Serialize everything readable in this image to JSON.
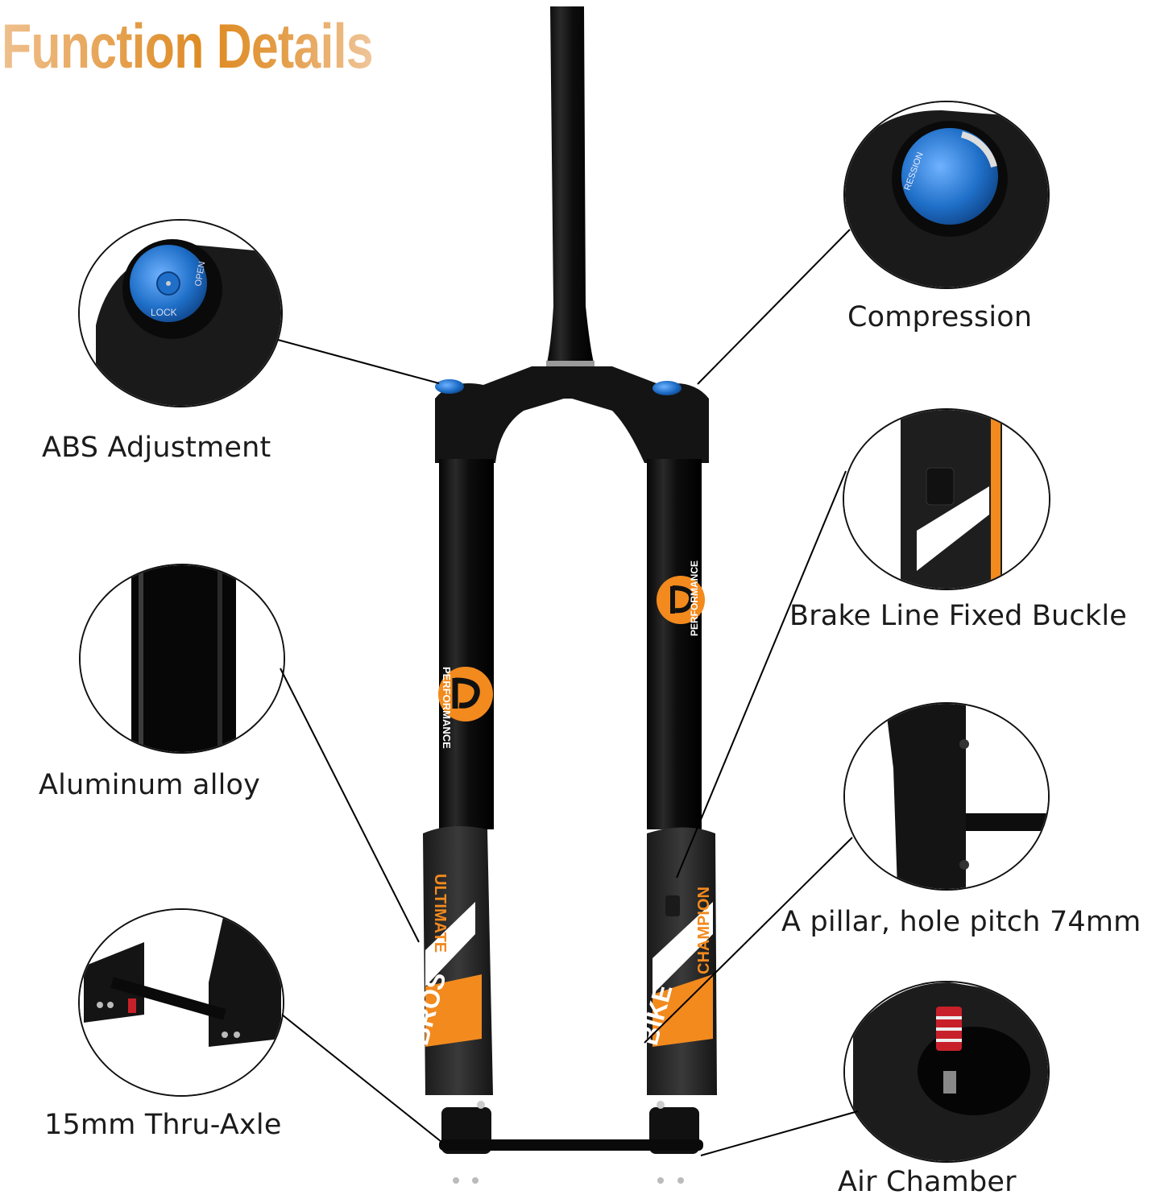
{
  "title": "Function Details",
  "colors": {
    "title_orange": "#de8a22",
    "fork_black": "#141414",
    "knob_blue": "#1f6fc8",
    "decal_orange": "#f28a1e",
    "valve_red": "#c8202a"
  },
  "features": [
    {
      "id": "abs-adjustment",
      "label": "ABS Adjustment",
      "knob_text": [
        "OPEN",
        "LOCK"
      ]
    },
    {
      "id": "compression",
      "label": "Compression",
      "knob_text": [
        "RESSION"
      ]
    },
    {
      "id": "aluminum-alloy",
      "label": "Aluminum alloy"
    },
    {
      "id": "brake-line-fixed-buckle",
      "label": "Brake Line Fixed Buckle"
    },
    {
      "id": "a-pillar",
      "label": "A pillar, hole pitch 74mm"
    },
    {
      "id": "thru-axle",
      "label": "15mm Thru-Axle"
    },
    {
      "id": "air-chamber",
      "label": "Air Chamber"
    }
  ],
  "decals": {
    "upper_left": "PERFORMANCE",
    "upper_right": "PERFORMANCE",
    "lower_left_brand": "BROS",
    "lower_left_model": "ULTIMATE",
    "lower_right_brand": "BIKE",
    "lower_right_model": "CHAMPION"
  }
}
